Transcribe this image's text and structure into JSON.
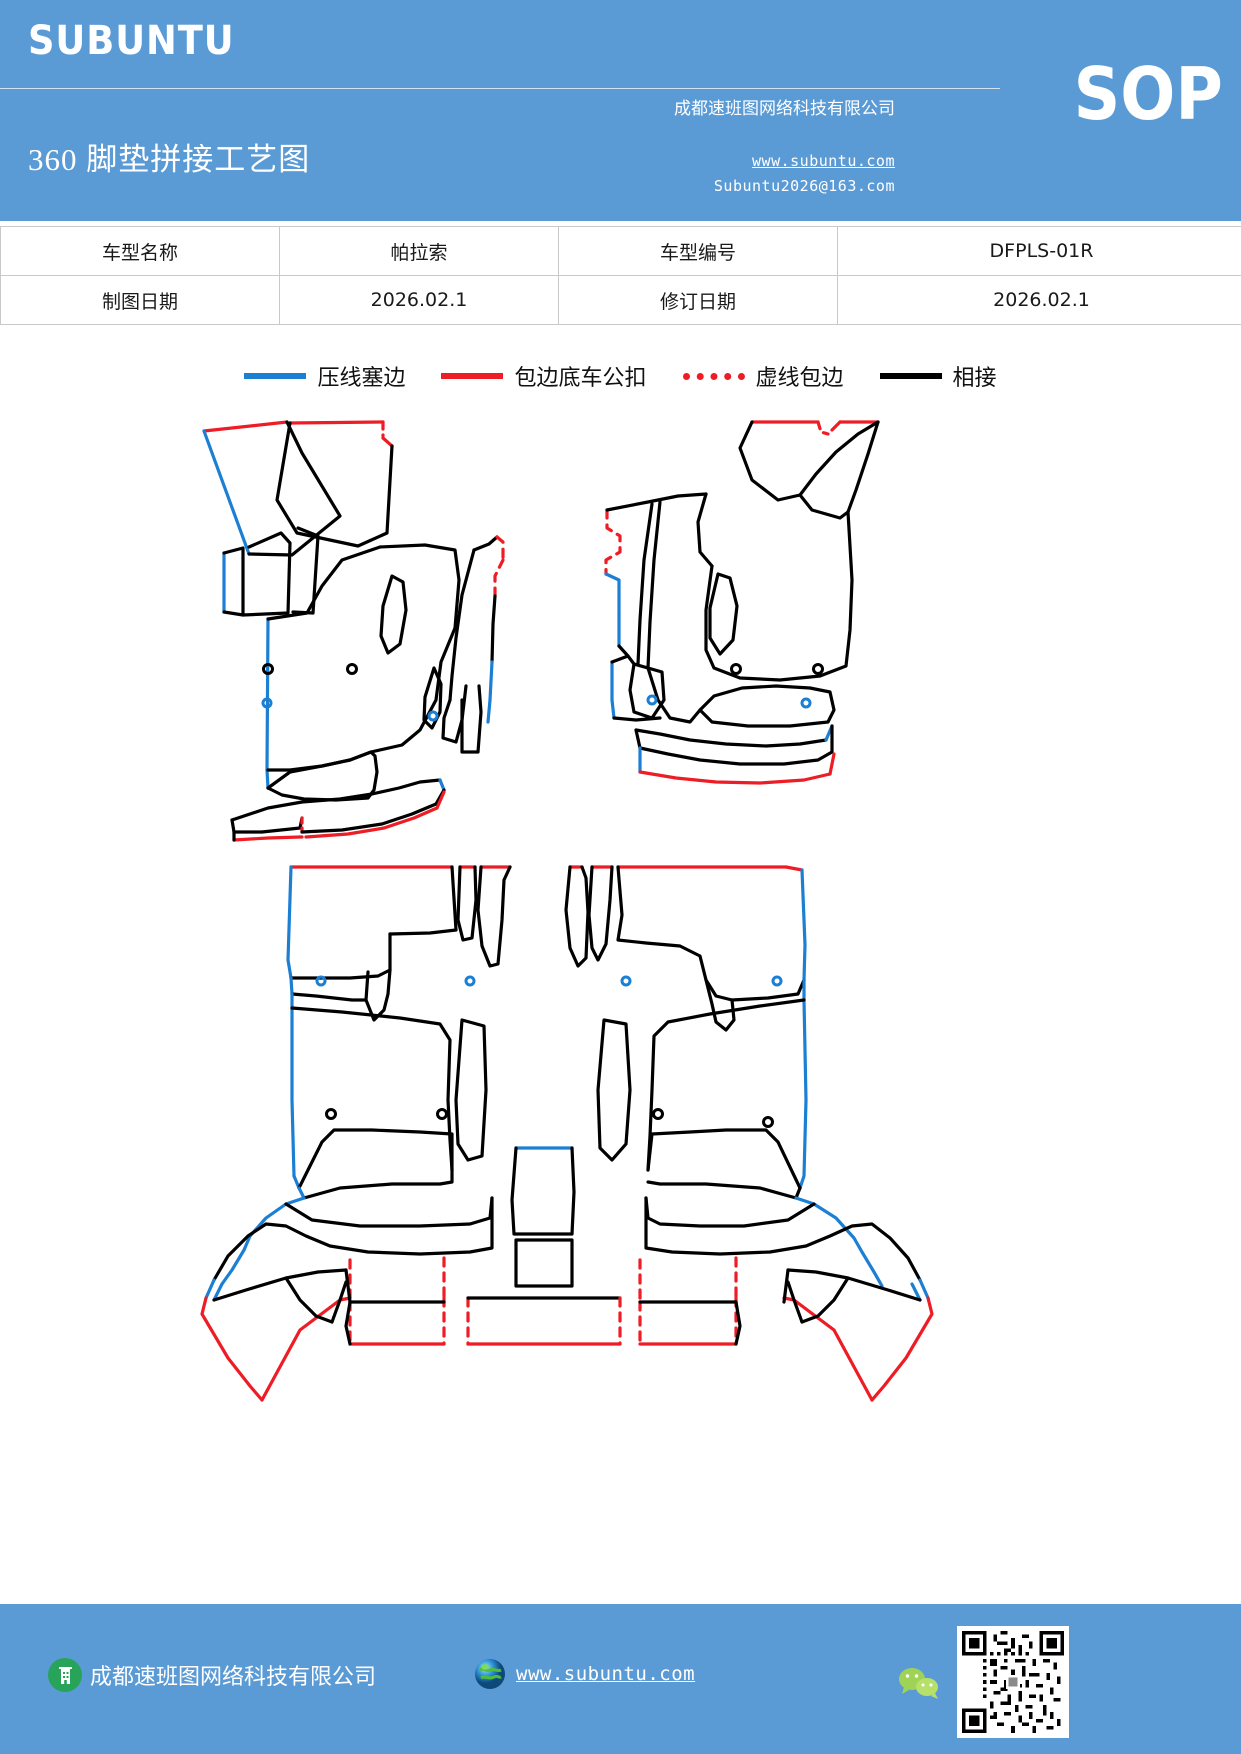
{
  "header": {
    "brand": "SUBUNTU",
    "doc_title": "360 脚垫拼接工艺图",
    "company": "成都速班图网络科技有限公司",
    "website": "www.subuntu.com",
    "email": "Subuntu2026@163.com",
    "badge": "SOP",
    "bg_color": "#5b9bd5"
  },
  "info_table": {
    "rows": [
      {
        "label1": "车型名称",
        "value1": "帕拉索",
        "label2": "车型编号",
        "value2": "DFPLS-01R"
      },
      {
        "label1": "制图日期",
        "value1": "2026.02.1",
        "label2": "修订日期",
        "value2": "2026.02.1"
      }
    ]
  },
  "legend": {
    "items": [
      {
        "label": "压线塞边",
        "style": "solid",
        "color": "#1b7fd4",
        "icon": "line-swatch-blue"
      },
      {
        "label": "包边底车公扣",
        "style": "solid",
        "color": "#ee1c24",
        "icon": "line-swatch-red"
      },
      {
        "label": "虚线包边",
        "style": "dotted",
        "color": "#ee1c24",
        "icon": "line-swatch-red-dotted"
      },
      {
        "label": "相接",
        "style": "solid",
        "color": "#000000",
        "icon": "line-swatch-black"
      }
    ]
  },
  "drawing": {
    "description": "360 脚垫拼接工艺图 - 车用脚垫裁片拼接线路图",
    "colors": {
      "outline": "#000000",
      "press_edge": "#1b7fd4",
      "binding": "#ee1c24",
      "dashed_binding": "#ee1c24"
    },
    "panels": [
      {
        "name": "front-left-mat",
        "position": "upper-left"
      },
      {
        "name": "front-right-mat",
        "position": "upper-right"
      },
      {
        "name": "rear-mat-assembly",
        "position": "lower-center"
      }
    ]
  },
  "footer": {
    "company": "成都速班图网络科技有限公司",
    "website": "www.subuntu.com",
    "bg_color": "#5b9bd5"
  }
}
